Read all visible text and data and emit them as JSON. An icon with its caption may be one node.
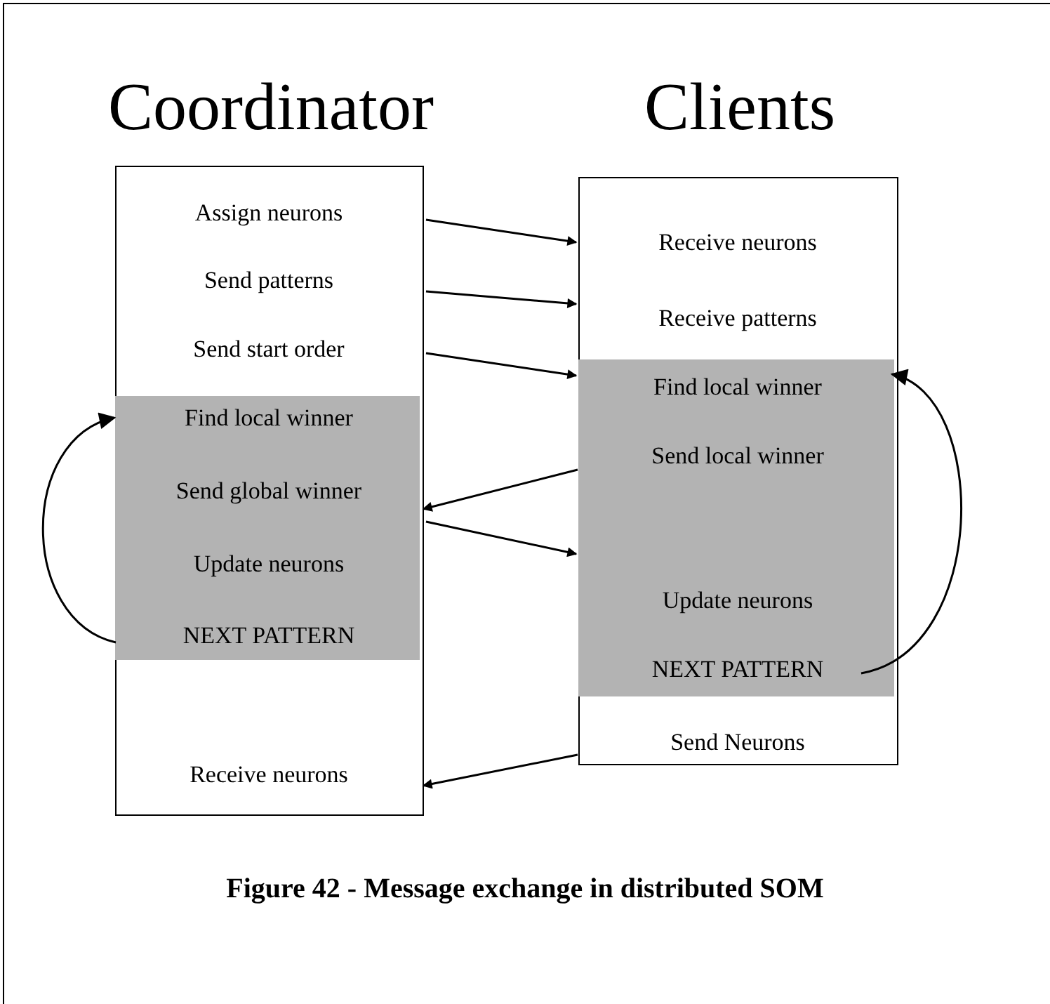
{
  "diagram": {
    "caption": "Figure 42 - Message exchange in distributed SOM",
    "nodes": [
      {
        "text": [
          "Coordinator"
        ]
      },
      {
        "text": [
          "Assign neurons"
        ],
        "in": 0
      },
      {
        "text": [
          "Send patterns"
        ],
        "in": 0
      },
      {
        "text": [
          "Send start order"
        ],
        "in": 0
      },
      {
        "text": [],
        "shape": "box",
        "in": 0
      },
      {
        "text": [
          "Find local winner"
        ],
        "in": 4
      },
      {
        "text": [
          "Send global winner"
        ],
        "in": 4
      },
      {
        "text": [
          "Update neurons"
        ],
        "in": 4
      },
      {
        "text": [
          "NEXT PATTERN"
        ],
        "in": 4
      },
      {
        "text": [
          "Receive neurons"
        ],
        "in": 0
      },
      {
        "text": [
          "Clients"
        ]
      },
      {
        "text": [
          "Receive neurons"
        ],
        "in": 10
      },
      {
        "text": [
          "Receive patterns"
        ],
        "in": 10
      },
      {
        "text": [],
        "shape": "box",
        "in": 10
      },
      {
        "text": [
          "Find local winner"
        ],
        "in": 13
      },
      {
        "text": [
          "Send local winner"
        ],
        "in": 13
      },
      {
        "text": [
          "Update neurons"
        ],
        "in": 13
      },
      {
        "text": [
          "NEXT PATTERN"
        ],
        "in": 13
      },
      {
        "text": [
          "Send Neurons"
        ],
        "in": 10
      }
    ],
    "edges": [
      {
        "from": 1,
        "to": 11,
        "arrow": "to"
      },
      {
        "from": 2,
        "to": 12,
        "arrow": "to"
      },
      {
        "from": 3,
        "to": 14,
        "arrow": "to"
      },
      {
        "from": 15,
        "to": 6,
        "arrow": "to"
      },
      {
        "from": 6,
        "to": 16,
        "arrow": "to"
      },
      {
        "from": 18,
        "to": 9,
        "arrow": "to"
      },
      {
        "from": 8,
        "to": 5,
        "arrow": "to"
      },
      {
        "from": 17,
        "to": 14,
        "arrow": "to"
      }
    ]
  }
}
